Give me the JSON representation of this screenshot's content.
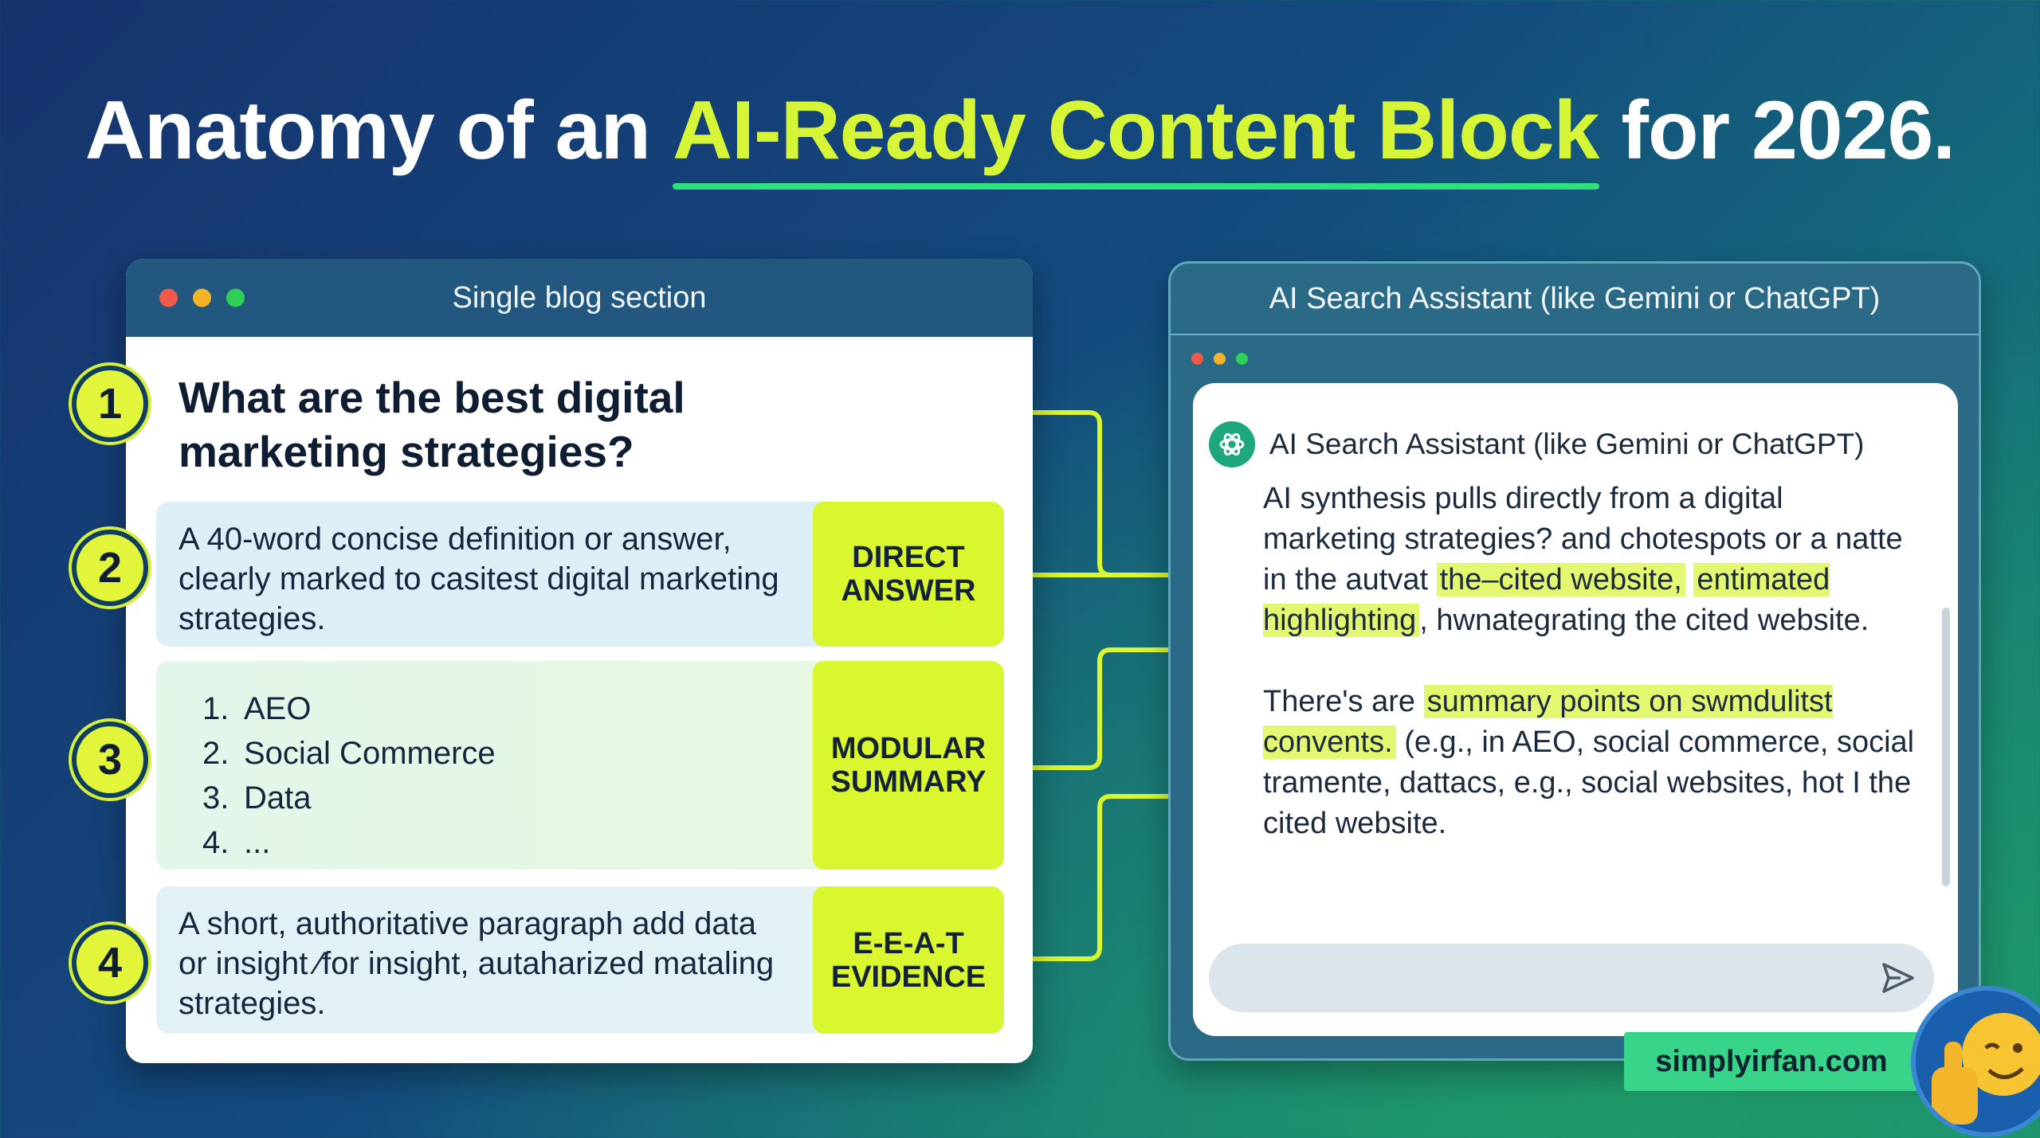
{
  "title": {
    "prefix": "Anatomy of an ",
    "highlight": "AI-Ready Content Block",
    "suffix": " for 2026."
  },
  "colors": {
    "accent": "#d9f62e",
    "brand_green": "#38d48a",
    "highlight": "#e3f870"
  },
  "left_window": {
    "title": "Single blog section",
    "steps": [
      "1",
      "2",
      "3",
      "4"
    ],
    "question": "What are the best digital marketing strategies?",
    "direct_answer": {
      "text": "A 40-word concise definition or answer, clearly marked to casitest digital marketing strategies.",
      "tag": "DIRECT\nANSWER"
    },
    "modular_summary": {
      "items": [
        {
          "num": "1.",
          "label": "AEO"
        },
        {
          "num": "2.",
          "label": "Social Commerce"
        },
        {
          "num": "3.",
          "label": "Data"
        },
        {
          "num": "4.",
          "label": "..."
        }
      ],
      "tag": "MODULAR\nSUMMARY"
    },
    "eeat_evidence": {
      "text": "A short, authoritative paragraph add data or insight ⁄for insight, autaharized mataling strategies.",
      "tag": "E-E-A-T\nEVIDENCE"
    }
  },
  "right_window": {
    "title": "AI Search Assistant (like Gemini or ChatGPT)",
    "assistant_name": "AI Search Assistant (like Gemini or ChatGPT)",
    "assistant_icon": "openai-logo-icon",
    "para1": {
      "a": "AI synthesis pulls directly from a digital marketing strategies? and chotespots or a natte in the autvat ",
      "mark1": "the–cited website,",
      "b": " ",
      "mark2": "entimated highlighting",
      "c": ", hwnategrating the cited website."
    },
    "para2": {
      "a": "There's are ",
      "mark1": "summary points on swmdulitst convents.",
      "b": " (e.g., in AEO, social commerce, social tramente, dattacs, e.g., social websites, hot I the cited website."
    },
    "send_icon": "send-icon"
  },
  "brand": {
    "label": "simplyirfan.com",
    "avatar_icon": "thumbs-up-emoji-icon"
  }
}
